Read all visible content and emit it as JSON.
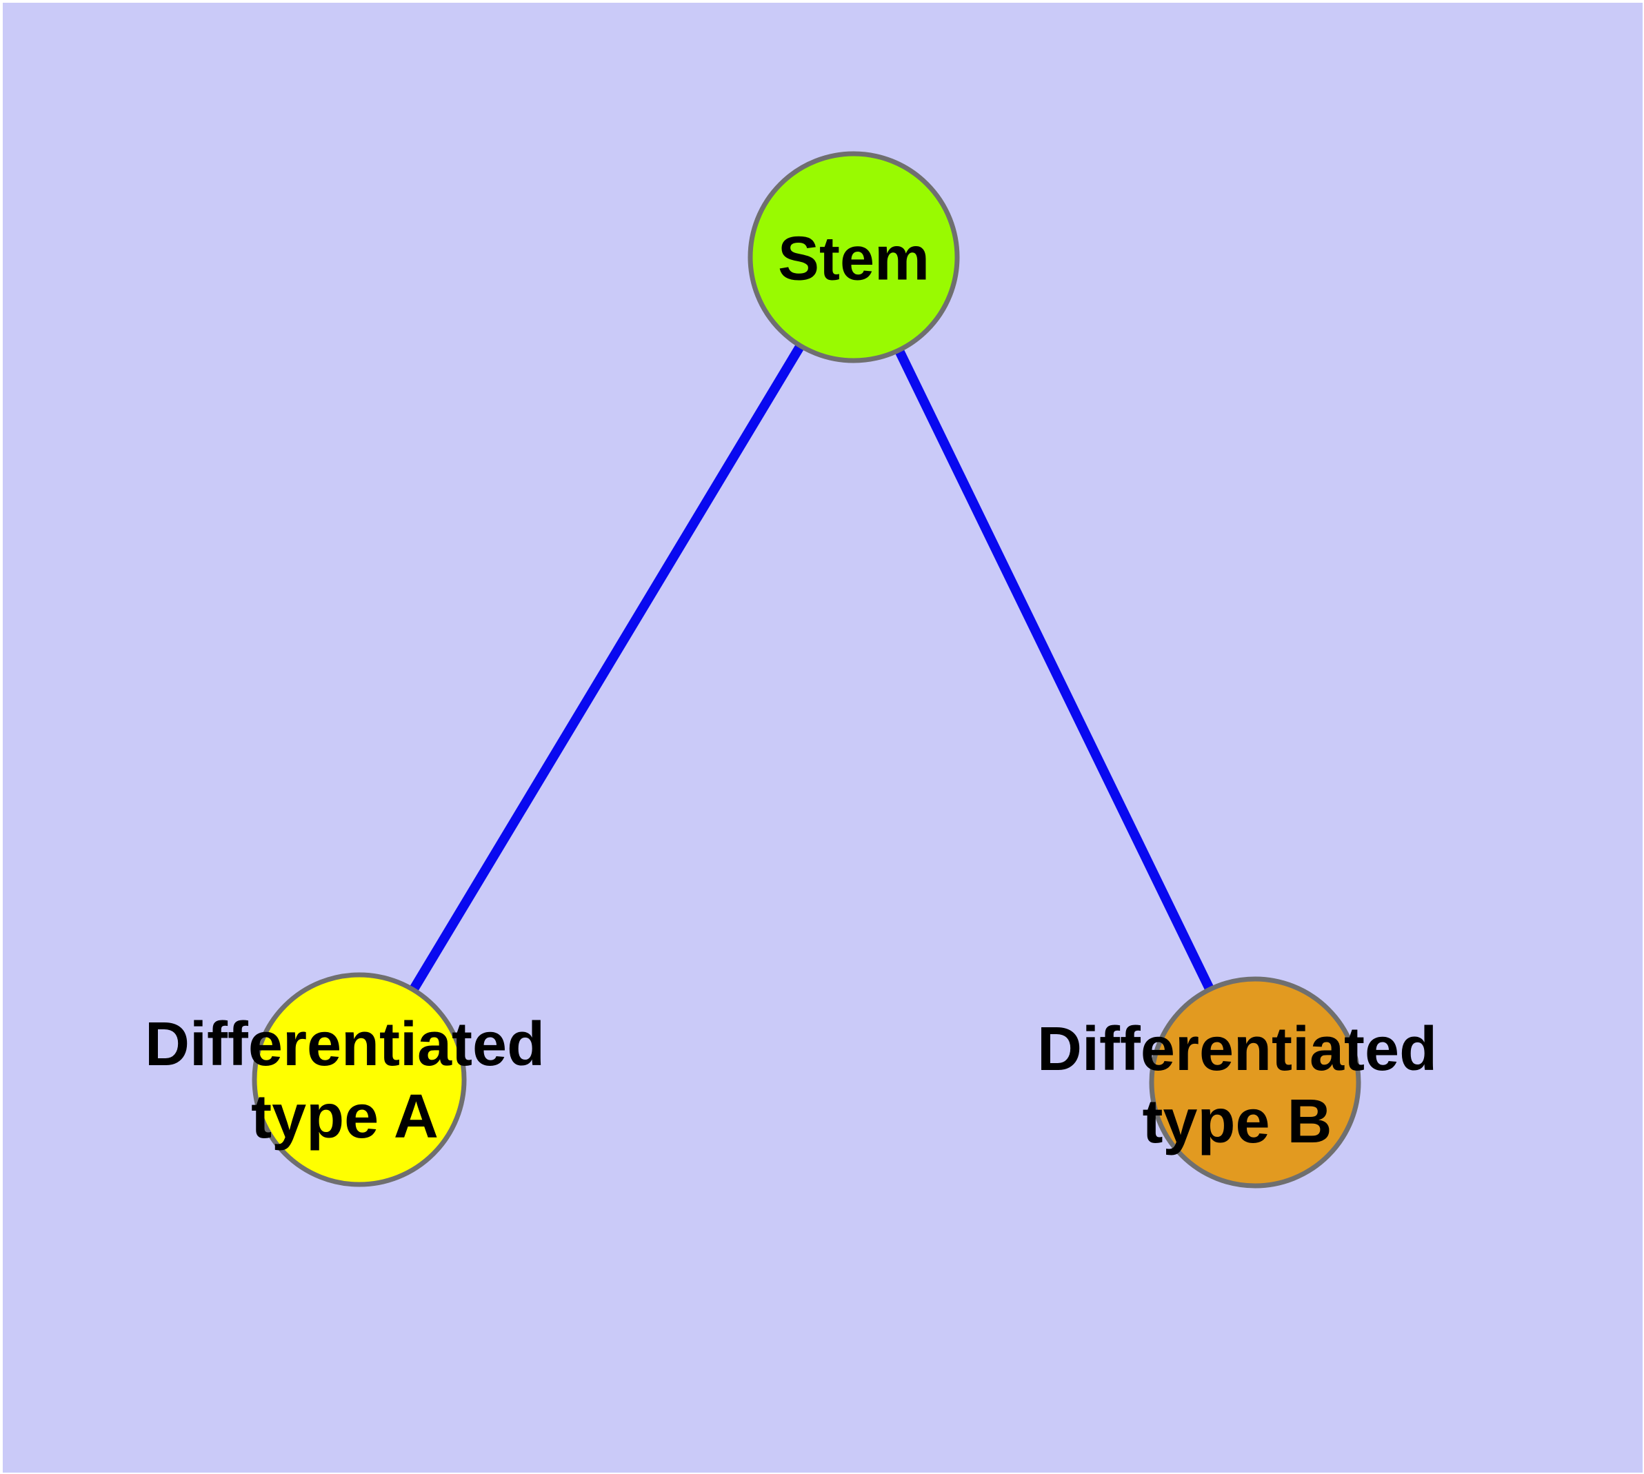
{
  "figure": {
    "type": "graph-diagram",
    "background_color": "#CACAF8",
    "frame_color": "#FFFFFF",
    "edge_color": "#0909F0",
    "node_border_color": "#6F6F6F",
    "label_color": "#000000",
    "nodes": [
      {
        "id": "stem",
        "label": "Stem",
        "fill": "#99FA01"
      },
      {
        "id": "differentiated-type-a",
        "label": "Differentiated type A",
        "label_line1": "Differentiated",
        "label_line2": "type A",
        "fill": "#FFFF00"
      },
      {
        "id": "differentiated-type-b",
        "label": "Differentiated type B",
        "label_line1": "Differentiated",
        "label_line2": "type B",
        "fill": "#E29A20"
      }
    ],
    "edges": [
      {
        "from": "stem",
        "to": "differentiated-type-a"
      },
      {
        "from": "stem",
        "to": "differentiated-type-b"
      }
    ]
  }
}
